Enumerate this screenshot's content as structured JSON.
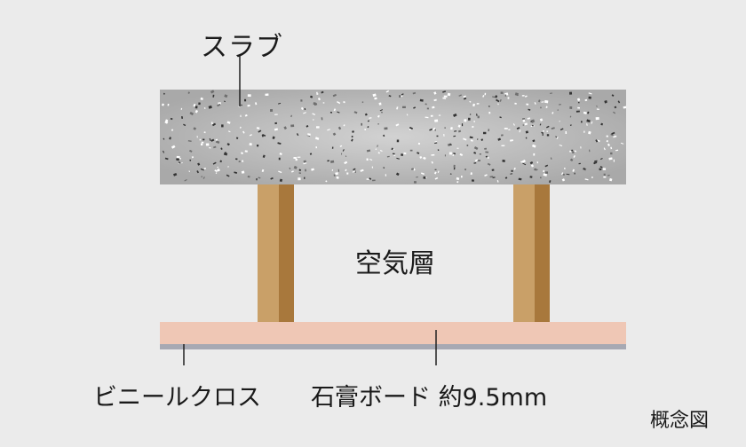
{
  "labels": {
    "slab": "スラブ",
    "air_layer": "空気層",
    "vinyl_cloth": "ビニールクロス",
    "gypsum_board": "石膏ボード 約9.5mm",
    "concept_diagram": "概念図"
  },
  "colors": {
    "background": "#ebebeb",
    "slab": "#b8b8b8",
    "stud_light": "#c9a068",
    "stud_dark": "#a8783c",
    "gypsum_board": "#efc7b5",
    "vinyl_cloth": "#a7a9b3",
    "leader_line": "#222222"
  }
}
